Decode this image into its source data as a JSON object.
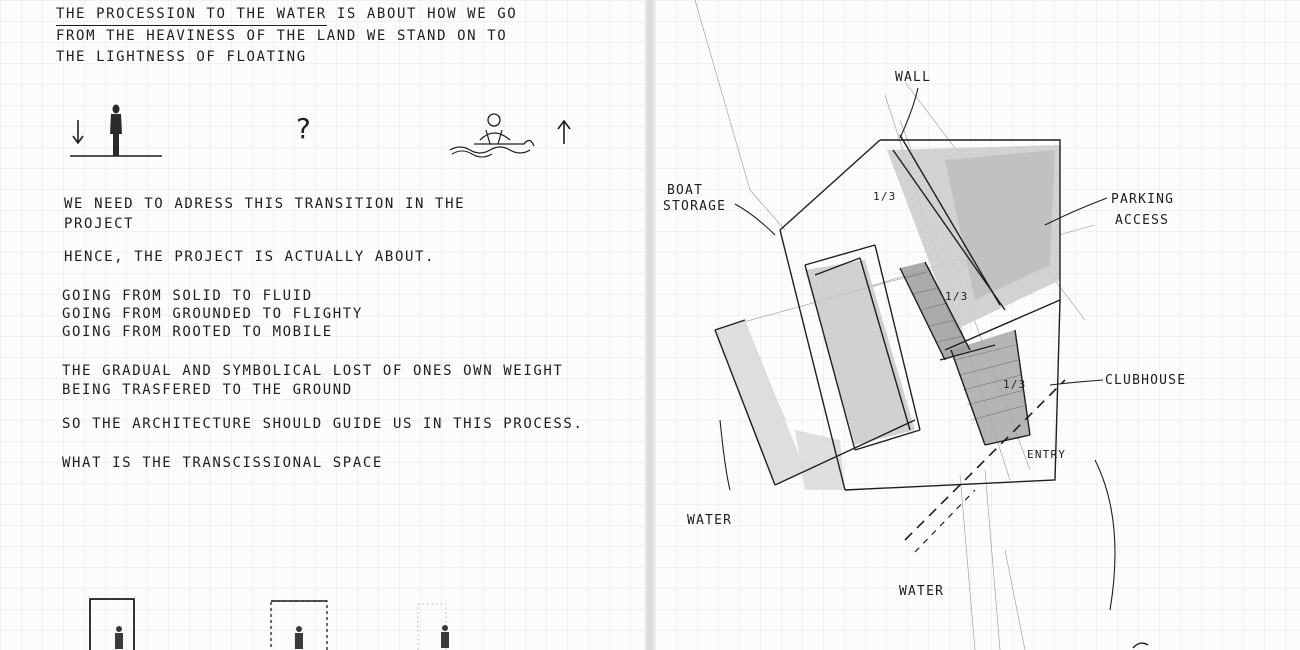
{
  "left_page": {
    "intro": [
      "The procession to the water",
      "is about how we go",
      "from the heaviness of the land we stand on to",
      "the lightness of floating"
    ],
    "question_mark": "?",
    "paragraph_1": [
      "We need to adress this transition in the",
      "project"
    ],
    "paragraph_2": "Hence, the project is actually about.",
    "paragraph_3": [
      "Going from solid to fluid",
      "Going from grounded to flighty",
      "Going from rooted to mobile"
    ],
    "paragraph_4": [
      "The gradual and symbolical lost of ones own weight",
      "being trasfered to the ground"
    ],
    "paragraph_5": "So the architecture should guide us in this process.",
    "paragraph_6": "What is the transcissional space"
  },
  "right_page": {
    "labels": {
      "wall": "Wall",
      "boat_storage_1": "Boat",
      "boat_storage_2": "Storage",
      "parking_1": "Parking",
      "parking_2": "Access",
      "clubhouse": "Clubhouse",
      "water_left": "Water",
      "water_bottom": "Water",
      "entry": "Entry",
      "third_a": "1/3",
      "third_b": "1/3",
      "third_c": "1/3"
    }
  },
  "colors": {
    "ink": "#1e1e1e",
    "marker_light": "#d6d6d6",
    "marker_mid": "#bdbdbd",
    "marker_dark": "#9a9a9a",
    "paper": "#fcfcfb"
  }
}
